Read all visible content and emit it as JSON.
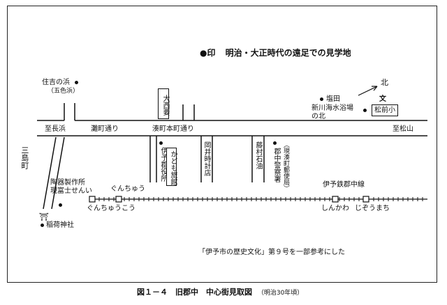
{
  "legend": {
    "marker": "●印",
    "text": "明治・大正時代の遠足での見学地"
  },
  "compass": {
    "label": "北"
  },
  "places": {
    "sumiyoshi": "住吉の浜",
    "goshiki": "（五色浜）",
    "shiota": "塩田",
    "niikawa": "新川海水浴場",
    "niikawa_north": "の北",
    "bun": "文",
    "matsumae_sho": "松前小",
    "daisei": "大西要",
    "nagahama": "至長浜",
    "nadamachi": "灘町通り",
    "minatomachi": "湊町本町通り",
    "matsuyama": "至松山",
    "mishima": "三島町",
    "iyogun": "伊予郡役所",
    "kadomo": "かども旅館",
    "okai": "岡井時計店",
    "fujimura": "藤村石油",
    "keisatsu": "郡中警察署",
    "yubinkyoku": "（現湊町郵便局）",
    "toki": "陶器製作所",
    "tomiyoshi": "現富士せんい",
    "gunchu_kou": "ぐんちゅうこう",
    "gunchu": "ぐんちゅう",
    "railway": "伊予鉄郡中線",
    "shinkawa": "しんかわ",
    "jizoumachi": "じぞうまち",
    "torii": "⛩",
    "inari": "稲荷神社"
  },
  "reference": "「伊予市の歴史文化」第９号を一部参考にした",
  "caption": {
    "main": "図１－４　旧郡中　中心街見取図",
    "sub": "（明治30年頃）"
  }
}
